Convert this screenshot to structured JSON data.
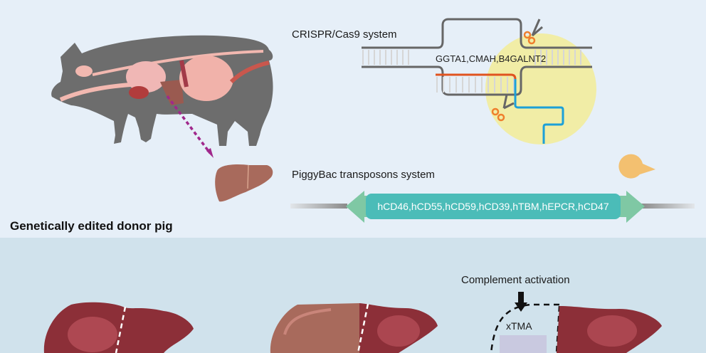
{
  "figure": {
    "top_panel": {
      "title": "Genetically edited donor pig",
      "crispr": {
        "label": "CRISPR/Cas9 system",
        "knockout_genes": "GGTA1,CMAH,B4GALNT2"
      },
      "piggybac": {
        "label": "PiggyBac transposons system",
        "transgenes": "hCD46,hCD55,hCD59,hCD39,hTBM,hEPCR,hCD47"
      }
    },
    "bottom_panel": {
      "annotation": "Complement activation",
      "xtma_label": "xTMA"
    },
    "colors": {
      "top_background": "#e6eff8",
      "bottom_background": "#d0e2ec",
      "pig_body": "#6d6d6d",
      "arrow_magenta": "#a0288c",
      "dna_strand": "#666666",
      "guide_rna": "#e0531f",
      "tracr_rna": "#1ca0d8",
      "cas9_circle": "#f2ec9c",
      "scissors": "#ef7f2d",
      "transgene_box": "#4bbcb8",
      "itr_arrow": "#7fc8a4",
      "transposase": "#f3c070",
      "liver_donor": "#a86a5c",
      "liver_recipient": "#8c2f38"
    }
  }
}
